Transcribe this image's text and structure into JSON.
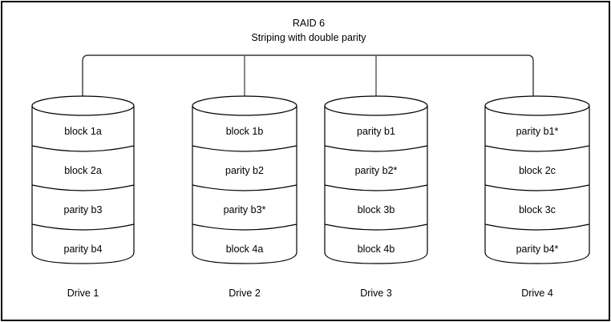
{
  "figure": {
    "title_line1": "RAID 6",
    "title_line2": "Striping with double parity",
    "border_color": "#000000",
    "stroke_color": "#000000",
    "bus_color": "#3a3a3a",
    "background_color": "#ffffff"
  },
  "drives": [
    {
      "label": "Drive 1",
      "segments": [
        "block 1a",
        "block 2a",
        "parity b3",
        "parity b4"
      ]
    },
    {
      "label": "Drive 2",
      "segments": [
        "block 1b",
        "parity b2",
        "parity b3*",
        "block 4a"
      ]
    },
    {
      "label": "Drive 3",
      "segments": [
        "parity b1",
        "parity b2*",
        "block 3b",
        "block 4b"
      ]
    },
    {
      "label": "Drive 4",
      "segments": [
        "parity b1*",
        "block 2c",
        "block 3c",
        "parity b4*"
      ]
    }
  ]
}
